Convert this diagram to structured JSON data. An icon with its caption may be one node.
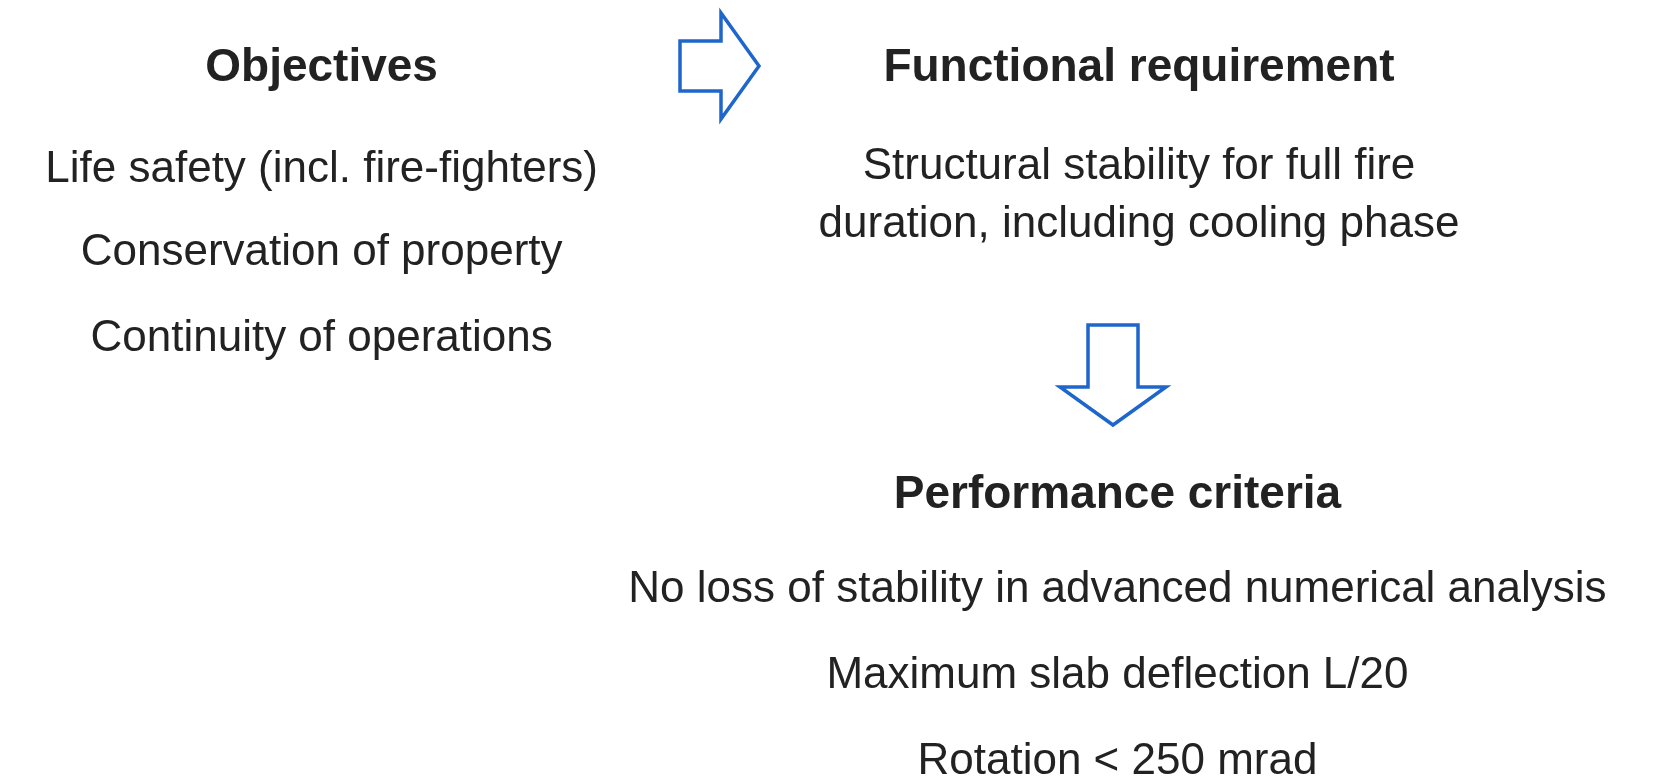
{
  "diagram": {
    "nodes": [
      {
        "text": [
          "Objectives",
          "Life safety (incl. fire-fighters)",
          "Conservation of property",
          "Continuity of operations"
        ]
      },
      {
        "text": [
          "Functional requirement",
          "Structural stability for full fire duration, including cooling phase"
        ]
      },
      {
        "text": [
          "Performance criteria",
          "No loss of stability in advanced numerical analysis",
          "Maximum slab deflection L/20",
          "Rotation < 250 mrad"
        ]
      }
    ],
    "edges": [
      {
        "from": 0,
        "to": 1,
        "arrow": "to"
      },
      {
        "from": 1,
        "to": 2,
        "arrow": "to"
      }
    ]
  }
}
